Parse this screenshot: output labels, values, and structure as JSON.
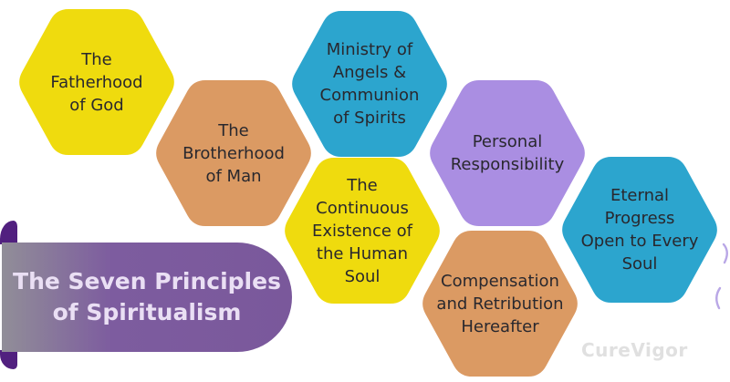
{
  "title": {
    "line1": "The Seven Principles",
    "line2": "of Spiritualism"
  },
  "watermark": "CureVigor",
  "colors": {
    "background": "#FFFFFF",
    "yellow": "#EFDB0E",
    "orange": "#DB9A63",
    "blue": "#2CA5CE",
    "purple": "#AA8EE2",
    "hex_text": "#29282E",
    "banner_left": "#918E98",
    "banner_main": "#7D5C9F",
    "banner_main2": "#7A589B",
    "banner_accent": "#51207F",
    "title_text": "#EADFF4",
    "watermark_color": "#E0E0E0",
    "sparkle_color": "#B9A7E6"
  },
  "hexagons": [
    {
      "id": "fatherhood-of-god",
      "color": "yellow",
      "label": "The Fatherhood of God",
      "lines": [
        "The",
        "Fatherhood",
        "of God"
      ]
    },
    {
      "id": "brotherhood-of-man",
      "color": "orange",
      "label": "The Brotherhood of Man",
      "lines": [
        "The",
        "Brotherhood",
        "of Man"
      ]
    },
    {
      "id": "ministry-of-angels",
      "color": "blue",
      "label": "Ministry of Angels & Communion of Spirits",
      "lines": [
        "Ministry of",
        "Angels &",
        "Communion",
        "of Spirits"
      ]
    },
    {
      "id": "continuous-existence",
      "color": "yellow",
      "label": "The Continuous Existence of the Human Soul",
      "lines": [
        "The",
        "Continuous",
        "Existence of",
        "the Human",
        "Soul"
      ]
    },
    {
      "id": "personal-responsibility",
      "color": "purple",
      "label": "Personal Responsibility",
      "lines": [
        "Personal",
        "Responsibility"
      ]
    },
    {
      "id": "compensation-retribution",
      "color": "orange",
      "label": "Compensation and Retribution Hereafter",
      "lines": [
        "Compensation",
        "and Retribution",
        "Hereafter"
      ]
    },
    {
      "id": "eternal-progress",
      "color": "blue",
      "label": "Eternal Progress Open to Every Soul",
      "lines": [
        "Eternal",
        "Progress",
        "Open to Every",
        "Soul"
      ]
    }
  ]
}
